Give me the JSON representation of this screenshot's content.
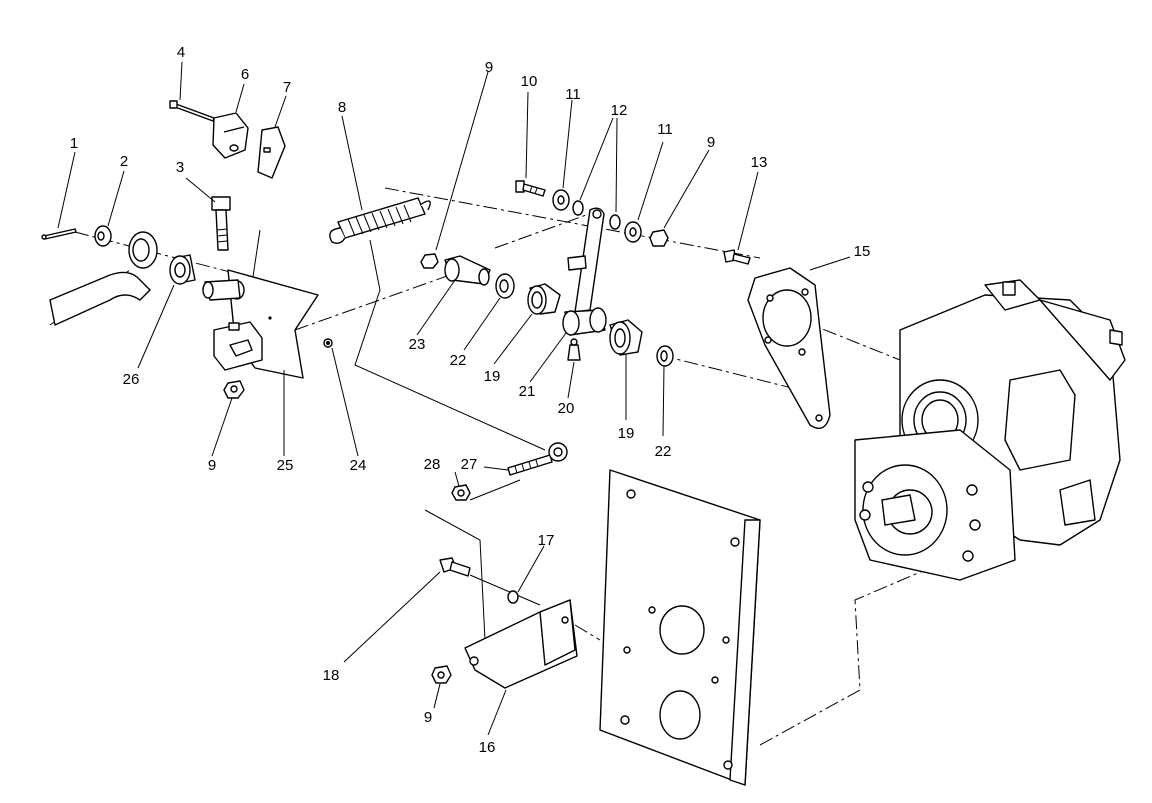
{
  "callouts": [
    {
      "id": "c1",
      "text": "1"
    },
    {
      "id": "c2",
      "text": "2"
    },
    {
      "id": "c3",
      "text": "3"
    },
    {
      "id": "c4",
      "text": "4"
    },
    {
      "id": "c6",
      "text": "6"
    },
    {
      "id": "c7",
      "text": "7"
    },
    {
      "id": "c8",
      "text": "8"
    },
    {
      "id": "c9a",
      "text": "9"
    },
    {
      "id": "c10",
      "text": "10"
    },
    {
      "id": "c11a",
      "text": "11"
    },
    {
      "id": "c12",
      "text": "12"
    },
    {
      "id": "c11b",
      "text": "11"
    },
    {
      "id": "c9b",
      "text": "9"
    },
    {
      "id": "c13",
      "text": "13"
    },
    {
      "id": "c15",
      "text": "15"
    },
    {
      "id": "c26",
      "text": "26"
    },
    {
      "id": "c9c",
      "text": "9"
    },
    {
      "id": "c25",
      "text": "25"
    },
    {
      "id": "c24",
      "text": "24"
    },
    {
      "id": "c23",
      "text": "23"
    },
    {
      "id": "c22a",
      "text": "22"
    },
    {
      "id": "c19a",
      "text": "19"
    },
    {
      "id": "c21",
      "text": "21"
    },
    {
      "id": "c20",
      "text": "20"
    },
    {
      "id": "c19b",
      "text": "19"
    },
    {
      "id": "c22b",
      "text": "22"
    },
    {
      "id": "c28",
      "text": "28"
    },
    {
      "id": "c27",
      "text": "27"
    },
    {
      "id": "c17",
      "text": "17"
    },
    {
      "id": "c18",
      "text": "18"
    },
    {
      "id": "c9d",
      "text": "9"
    },
    {
      "id": "c16",
      "text": "16"
    }
  ]
}
